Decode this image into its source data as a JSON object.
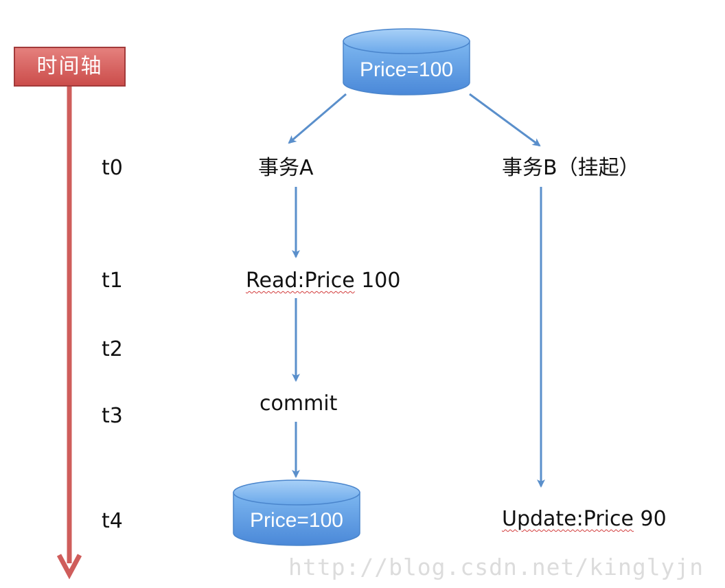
{
  "timeline": {
    "label": "时间轴"
  },
  "time_points": [
    "t0",
    "t1",
    "t2",
    "t3",
    "t4"
  ],
  "database_top": {
    "label": "Price=100"
  },
  "database_bottom": {
    "label": "Price=100"
  },
  "transaction_a": {
    "title": "事务A",
    "read": "Read:Price",
    "read_value": "100",
    "commit": "commit"
  },
  "transaction_b": {
    "title": "事务B（挂起）",
    "update": "Update:Price",
    "update_value": "90"
  },
  "colors": {
    "arrow": "#5a8fcb",
    "timeline": "#cf5d5b",
    "database": "#5b9be3"
  },
  "watermark": "http://blog.csdn.net/kinglyjn"
}
